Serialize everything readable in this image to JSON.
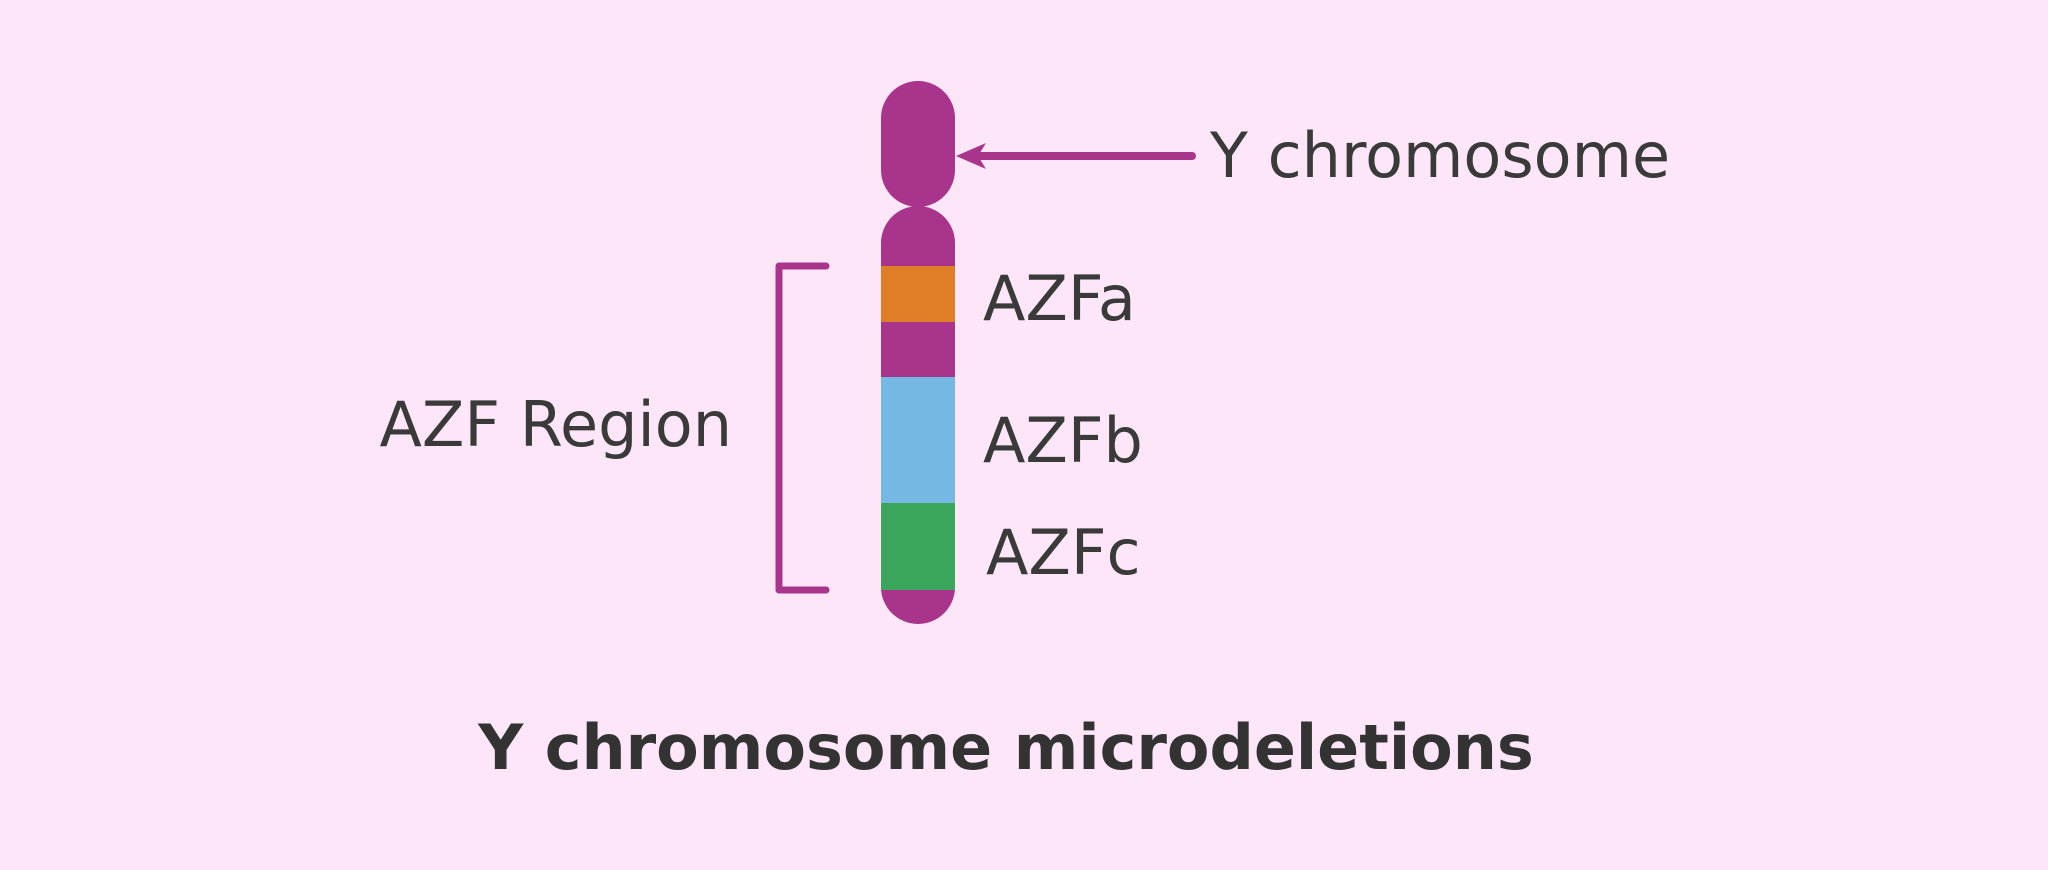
{
  "background_color": "#fde6f8",
  "colors": {
    "chromosome": "#a8348b",
    "azfa": "#e07e27",
    "azfb": "#75b8e3",
    "azfc": "#3aa65b",
    "text": "#3a3a3a"
  },
  "labels": {
    "chromosome": "Y chromosome",
    "azfa": "AZFa",
    "azfb": "AZFb",
    "azfc": "AZFc",
    "region": "AZF Region"
  },
  "caption": "Y chromosome microdeletions"
}
